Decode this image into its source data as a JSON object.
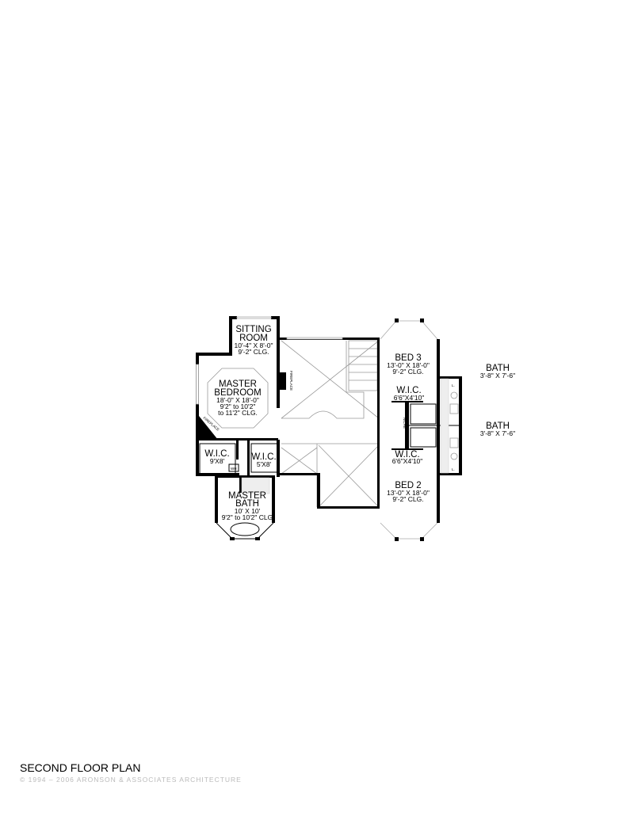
{
  "plan": {
    "title": "SECOND FLOOR PLAN",
    "copyright": "© 1994 – 2006 ARONSON & ASSOCIATES ARCHITECTURE",
    "rooms": {
      "sitting": {
        "name1": "SITTING",
        "name2": "ROOM",
        "dims": "10'-4\" X 8'-0\"",
        "ceiling": "9'-2\" CLG."
      },
      "master_bedroom": {
        "name1": "MASTER",
        "name2": "BEDROOM",
        "dims": "18'-0\" X 18'-0\"",
        "ceiling1": "9'2\" to 10'2\"",
        "ceiling2": "to 11'2\" CLG."
      },
      "wic_left": {
        "name": "W.I.C.",
        "dims": "9'X8'"
      },
      "wic_right": {
        "name": "W.I.C.",
        "dims": "5'X8'"
      },
      "master_bath": {
        "name1": "MASTER",
        "name2": "BATH",
        "dims": "10' X 10'",
        "ceiling": "9'2\" to 10'2\" CLG"
      },
      "bed3": {
        "name": "BED 3",
        "dims": "13'-0\" X 18'-0\"",
        "ceiling": "9'-2\" CLG."
      },
      "wic_bed3": {
        "name": "W.I.C.",
        "dims": "6'6\"X4'10\""
      },
      "wic_bed2": {
        "name": "W.I.C.",
        "dims": "6'6\"X4'10\""
      },
      "bed2": {
        "name": "BED 2",
        "dims": "13'-0\" X 18'-0\"",
        "ceiling": "9'-2\" CLG."
      },
      "bath_upper": {
        "name": "BATH",
        "dims": "3'-8\" X 7'-6\""
      },
      "bath_lower": {
        "name": "BATH",
        "dims": "3'-8\" X 7'-6\""
      }
    },
    "small_labels": {
      "fireplace": "FIREPLACE",
      "niche": "NICHE",
      "wh": "WH",
      "linen": "L."
    }
  }
}
